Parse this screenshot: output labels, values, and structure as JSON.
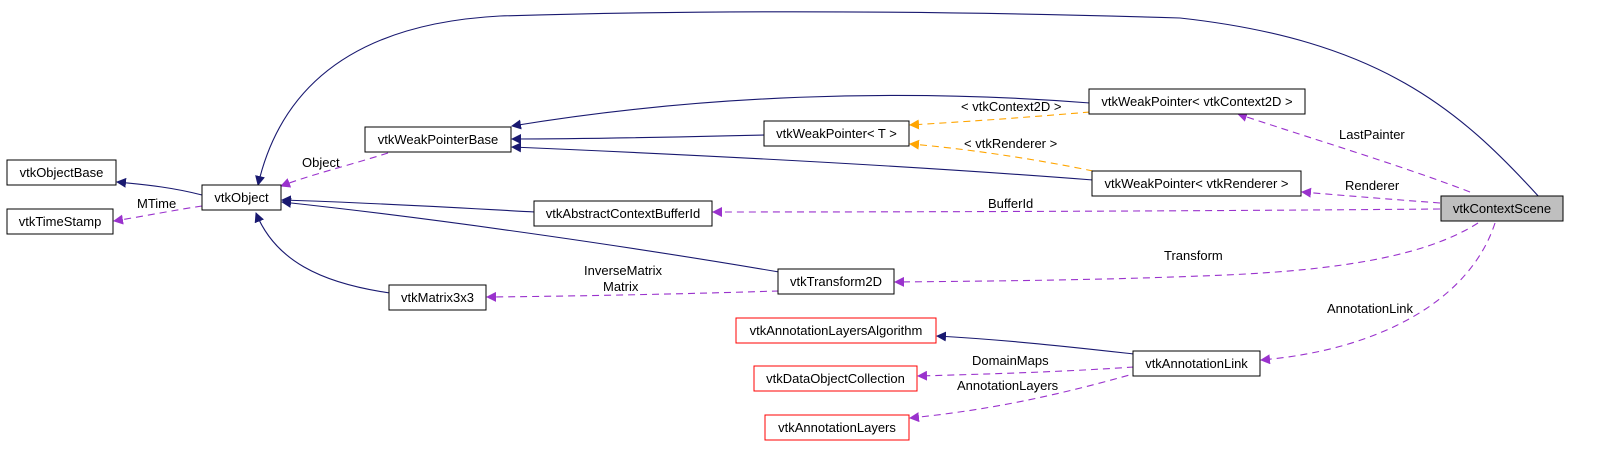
{
  "colors": {
    "inheritance": "#191970",
    "usage": "#9a32cd",
    "template": "#ffa500",
    "missing_doc_border": "#ff0000",
    "focus_fill": "#bfbfbf"
  },
  "nodes": {
    "vtkObjectBase": "vtkObjectBase",
    "vtkTimeStamp": "vtkTimeStamp",
    "vtkObject": "vtkObject",
    "vtkWeakPointerBase": "vtkWeakPointerBase",
    "vtkWeakPointerT": "vtkWeakPointer< T >",
    "vtkWeakPointerContext2D": "vtkWeakPointer< vtkContext2D >",
    "vtkWeakPointerRenderer": "vtkWeakPointer< vtkRenderer >",
    "vtkAbstractContextBufferId": "vtkAbstractContextBufferId",
    "vtkContextScene": "vtkContextScene",
    "vtkMatrix3x3": "vtkMatrix3x3",
    "vtkTransform2D": "vtkTransform2D",
    "vtkAnnotationLayersAlgorithm": "vtkAnnotationLayersAlgorithm",
    "vtkAnnotationLink": "vtkAnnotationLink",
    "vtkDataObjectCollection": "vtkDataObjectCollection",
    "vtkAnnotationLayers": "vtkAnnotationLayers"
  },
  "edge_labels": {
    "mtime": "MTime",
    "object": "Object",
    "context2d_template": "< vtkContext2D >",
    "renderer_template": "< vtkRenderer >",
    "last_painter": "LastPainter",
    "renderer": "Renderer",
    "buffer_id": "BufferId",
    "transform": "Transform",
    "inverse_matrix": "InverseMatrix",
    "matrix": "Matrix",
    "annotation_link": "AnnotationLink",
    "domain_maps": "DomainMaps",
    "annotation_layers": "AnnotationLayers"
  }
}
